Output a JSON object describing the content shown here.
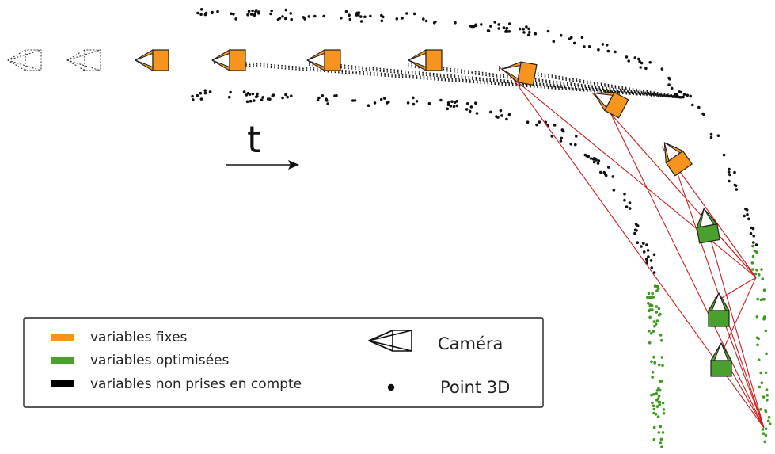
{
  "time_label": "t",
  "colors": {
    "fixed": "#f7941d",
    "optimized": "#4aa02c",
    "ignored": "#000000",
    "point_black": "#111111",
    "point_green": "#3d9a1e",
    "ray_red": "#cc1f1f"
  },
  "legend": {
    "fixed": "variables fixes",
    "optimized": "variables optimisées",
    "ignored": "variables non prises en compte",
    "camera": "Caméra",
    "point": "Point 3D"
  },
  "icons": {
    "camera": "camera-pyramid-icon",
    "point": "filled-dot-icon",
    "arrow": "right-arrow-icon"
  }
}
